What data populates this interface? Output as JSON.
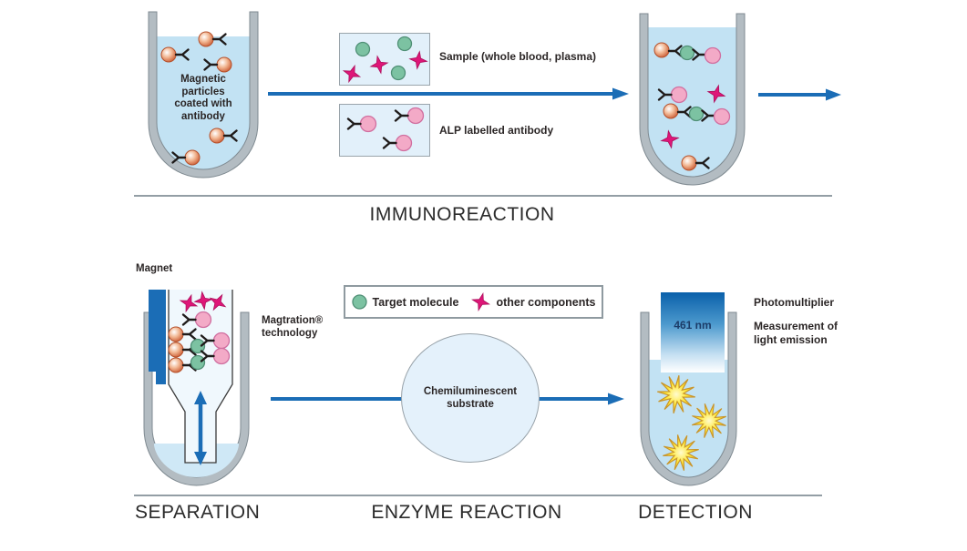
{
  "colors": {
    "arrow_blue": "#1b6db6",
    "liquid_blue": "#c2e2f3",
    "panel_blue": "#e2f0fa",
    "tube_grey": "#b3bcc2",
    "target_green": "#7cc2a2",
    "component_magenta": "#de1678",
    "alp_pink": "#f3aac7",
    "particle_orange": "#c65028",
    "emission_yellow": "#ffe838",
    "photomultiplier_top": "#0a60aa"
  },
  "immunoreaction": {
    "tube1_label": "Magnetic particles coated with antibody",
    "sample_label": "Sample (whole blood, plasma)",
    "alp_label": "ALP labelled antibody",
    "section_label": "IMMUNOREACTION"
  },
  "separation": {
    "magnet_label": "Magnet",
    "magtration_label": "Magtration® technology",
    "section_label": "SEPARATION"
  },
  "legend": {
    "target_label": "Target molecule",
    "other_label": "other components"
  },
  "enzyme_reaction": {
    "substrate_label": "Chemiluminescent substrate",
    "section_label": "ENZYME REACTION"
  },
  "detection": {
    "wavelength": "461 nm",
    "photomultiplier_label": "Photomultiplier",
    "measurement_label": "Measurement of light emission",
    "section_label": "DETECTION"
  },
  "icons": {
    "magnetic-particle-icon": "orange sphere",
    "antibody-icon": "black Y fork",
    "target-molecule-icon": "green circle",
    "other-component-icon": "magenta four-point star",
    "alp-label-icon": "pink circle",
    "light-burst-icon": "yellow twelve-point star",
    "magnet-icon": "blue bar",
    "arrow-icon": "blue right arrow"
  }
}
